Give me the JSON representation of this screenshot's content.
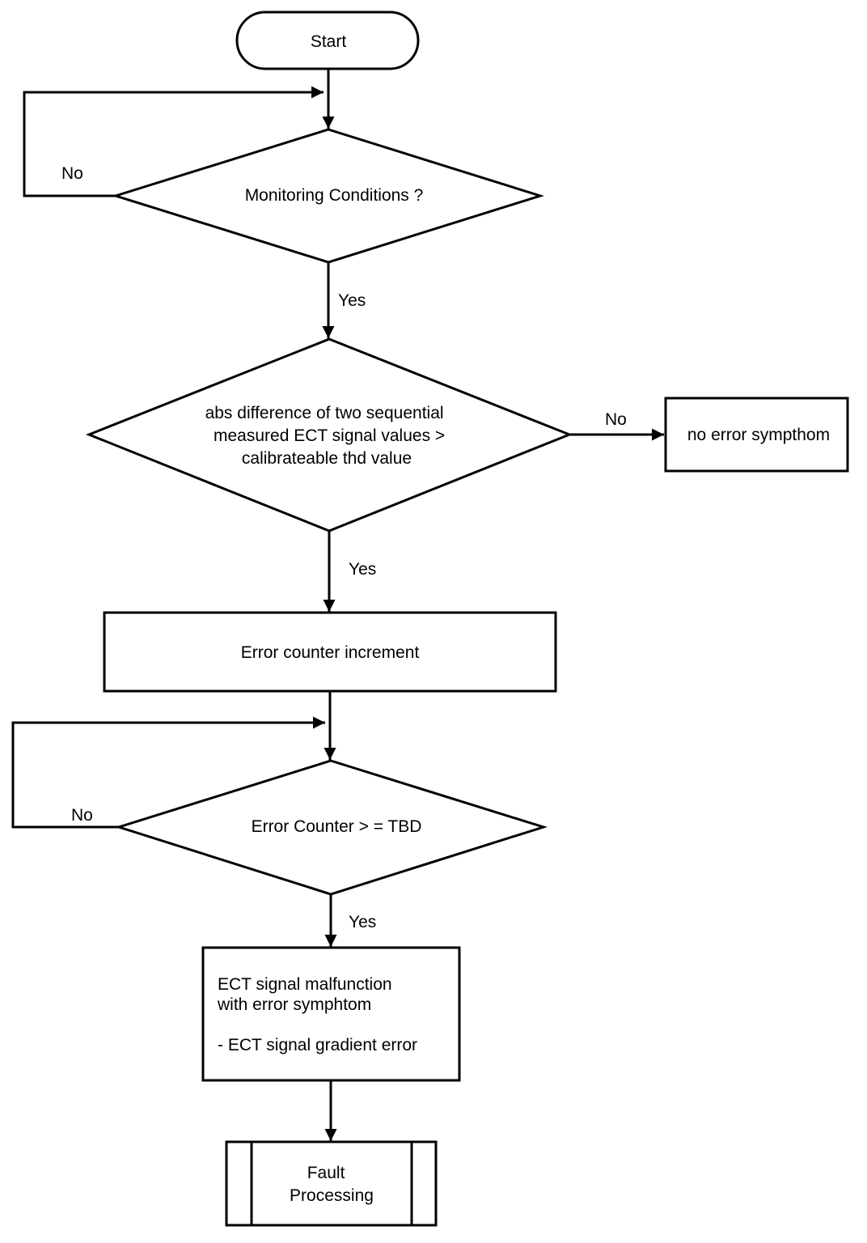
{
  "nodes": {
    "start": {
      "label": "Start"
    },
    "monitoring": {
      "label": "Monitoring Conditions ?"
    },
    "abs_diff": {
      "lines": [
        "abs difference of two sequential",
        "measured ECT signal values >",
        "calibrateable thd value"
      ]
    },
    "no_error": {
      "label": "no error sympthom"
    },
    "increment": {
      "label": "Error counter increment"
    },
    "counter_check": {
      "label": "Error Counter > = TBD"
    },
    "malfunction": {
      "lines": [
        "ECT signal malfunction",
        "with error symphtom",
        "- ECT signal gradient error"
      ]
    },
    "fault": {
      "lines": [
        "Fault",
        "Processing"
      ]
    }
  },
  "edges": {
    "monitoring_no": "No",
    "monitoring_yes": "Yes",
    "abs_diff_no": "No",
    "abs_diff_yes": "Yes",
    "counter_no": "No",
    "counter_yes": "Yes"
  }
}
